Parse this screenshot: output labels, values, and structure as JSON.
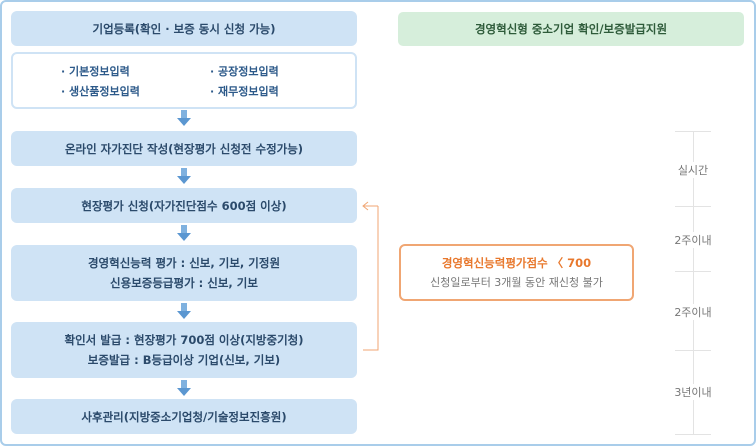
{
  "flow": {
    "step1": "기업등록(확인 · 보증 동시 신청 가능)",
    "inputs": [
      "· 기본정보입력",
      "· 공장정보입력",
      "· 생산품정보입력",
      "· 재무정보입력"
    ],
    "step2": "온라인 자가진단 작성(현장평가 신청전 수정가능)",
    "step3": "현장평가 신청(자가진단점수 600점 이상)",
    "step4_line1": "경영혁신능력 평가 : 신보, 기보, 기정원",
    "step4_line2": "신용보증등급평가 : 신보, 기보",
    "step5_line1": "확인서 발급 : 현장평가 700점 이상(지방중기청)",
    "step5_line2": "보증발급 : B등급이상 기업(신보, 기보)",
    "step6": "사후관리(지방중소기업청/기술정보진흥원)"
  },
  "header": "경영혁신형 중소기업 확인/보증발급지원",
  "fail_note": {
    "title": "경영혁신능력평가점수 〈 700",
    "desc": "신청일로부터 3개월 동안 재신청 불가"
  },
  "timeline": [
    "실시간",
    "2주이내",
    "2주이내",
    "3년이내"
  ],
  "colors": {
    "box": "#cfe3f5",
    "header": "#d6eedb",
    "warning": "#e8782d"
  }
}
